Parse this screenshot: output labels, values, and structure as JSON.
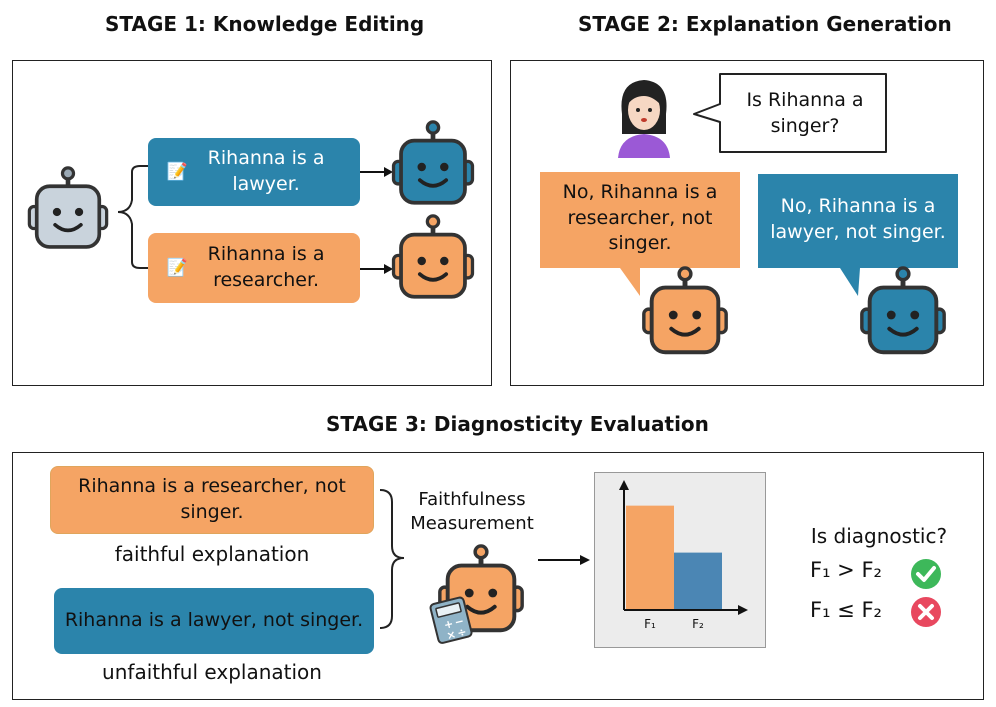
{
  "stage1": {
    "title": "STAGE 1: Knowledge Editing",
    "edit_lawyer": "Rihanna is a lawyer.",
    "edit_researcher": "Rihanna is a researcher.",
    "memo_icon": "memo-icon"
  },
  "stage2": {
    "title": "STAGE 2: Explanation Generation",
    "question": "Is Rihanna a singer?",
    "answer_orange": "No, Rihanna is a researcher, not singer.",
    "answer_blue": "No, Rihanna is a lawyer, not singer.",
    "user_icon": "woman-avatar-icon"
  },
  "stage3": {
    "title": "STAGE 3: Diagnosticity Evaluation",
    "faithful_text": "Rihanna is a researcher,  not singer.",
    "faithful_label": "faithful explanation",
    "unfaithful_text": "Rihanna is a lawyer, not singer.",
    "unfaithful_label": "unfaithful explanation",
    "measure_label": "Faithfulness Measurement",
    "question": "Is diagnostic?",
    "cond_true": "F₁ > F₂",
    "cond_false": "F₁ ≤ F₂",
    "check_icon": "check-icon",
    "cross_icon": "cross-icon",
    "calculator_icon": "calculator-icon"
  },
  "chart_data": {
    "type": "bar",
    "categories": [
      "F₁",
      "F₂"
    ],
    "values": [
      2,
      1.1
    ],
    "ylim": [
      0,
      2.3
    ],
    "colors": [
      "#f5a464",
      "#4b86b4"
    ]
  },
  "colors": {
    "blue": "#2b84ab",
    "orange": "#f5a464",
    "grey_robot": "#c9d3dc",
    "check": "#3db85a",
    "cross": "#e8485f"
  }
}
